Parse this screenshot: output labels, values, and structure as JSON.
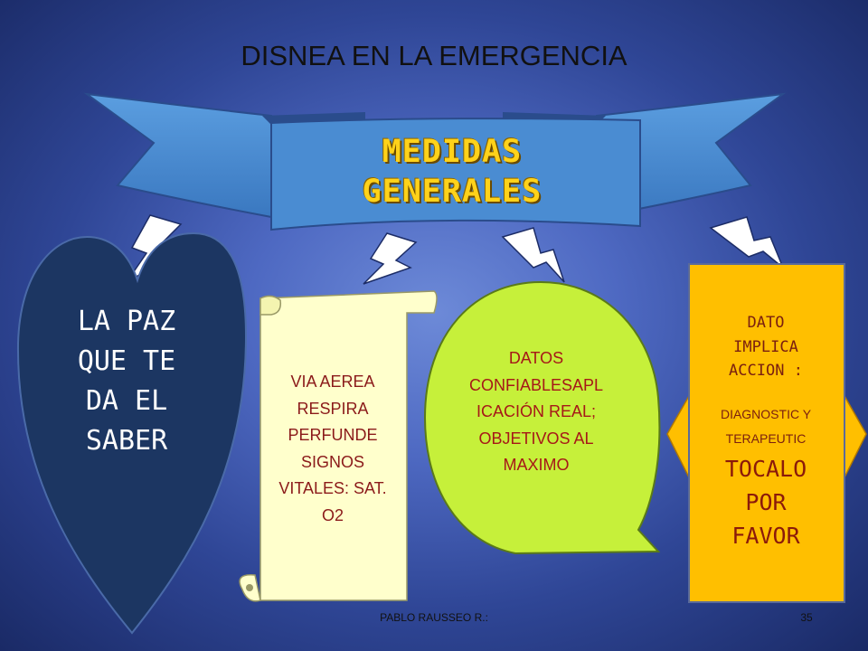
{
  "slide": {
    "title": "DISNEA EN LA EMERGENCIA",
    "banner": {
      "lines": [
        "MEDIDAS",
        "GENERALES"
      ],
      "fill_color": "#4a8cd2",
      "text_color": "#ffd21a"
    },
    "heart": {
      "lines": [
        "LA PAZ",
        "QUE TE",
        "DA EL",
        "SABER"
      ],
      "fill_color": "#1c3662"
    },
    "scroll": {
      "lines": [
        "VIA AEREA",
        "RESPIRA",
        "PERFUNDE",
        "SIGNOS",
        "VITALES: SAT.",
        "O2"
      ],
      "fill_color": "#ffffcc"
    },
    "bubble": {
      "lines": [
        "DATOS",
        "CONFIABLESAPL",
        "ICACIÓN REAL;",
        "OBJETIVOS AL",
        "MAXIMO"
      ],
      "fill_color": "#c6f03a"
    },
    "action_box": {
      "title_lines": [
        "DATO",
        "IMPLICA",
        "ACCION :"
      ],
      "sub_lines": [
        "DIAGNOSTIC Y",
        "TERAPEUTIC"
      ],
      "cta_lines": [
        "TOCALO",
        "POR",
        "FAVOR"
      ],
      "fill_color": "#ffbf00"
    },
    "footer": {
      "author": "PABLO RAUSSEO R.:",
      "page": "35"
    },
    "icons": [
      "lightning-icon",
      "heart-shape",
      "scroll-shape",
      "speech-bubble-shape",
      "ribbon-banner-shape"
    ]
  }
}
